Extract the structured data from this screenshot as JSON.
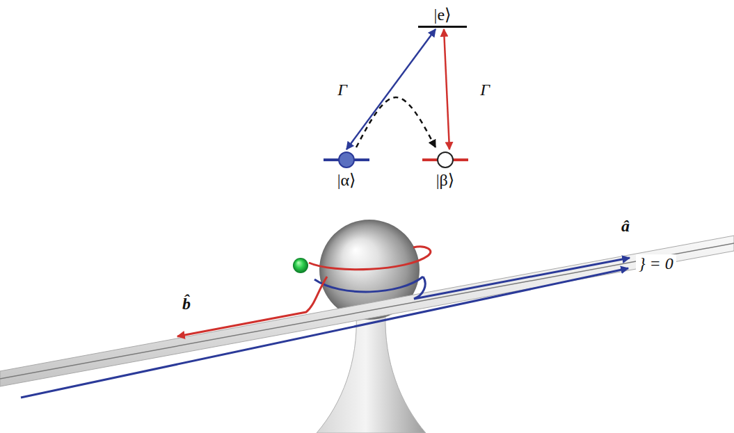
{
  "diagram": {
    "nodes": [
      {
        "text": [
          "|e⟩"
        ]
      },
      {
        "text": [
          "|α⟩"
        ]
      },
      {
        "text": [
          "|β⟩"
        ]
      }
    ],
    "edges": [
      {
        "from": 1,
        "to": 0,
        "arrow": "both",
        "label": "Γ"
      },
      {
        "from": 0,
        "to": 2,
        "arrow": "both",
        "label": "Γ"
      },
      {
        "from": 1,
        "to": 2,
        "arrow": "to"
      }
    ],
    "labels": [
      "â",
      "b̂",
      "} = 0"
    ]
  }
}
